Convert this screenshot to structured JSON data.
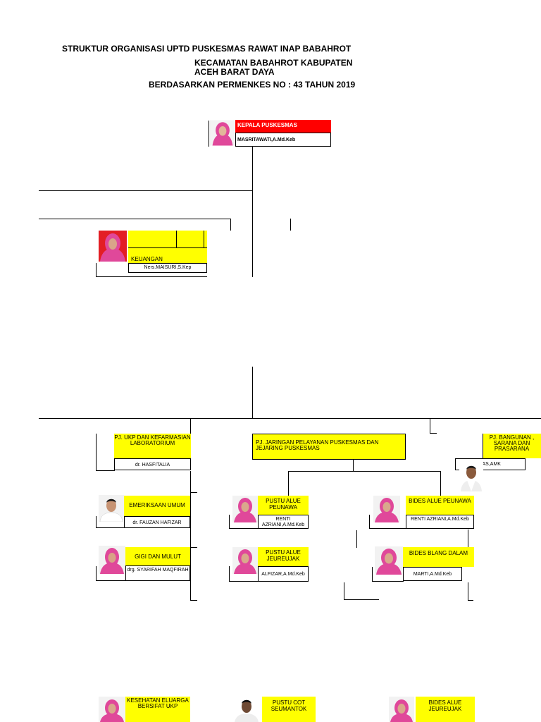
{
  "header": {
    "line1": "STRUKTUR ORGANISASI UPTD PUSKESMAS RAWAT INAP BABAHROT",
    "line2": "KECAMATAN  BABAHROT KABUPATEN",
    "line3": "ACEH BARAT DAYA",
    "line4": "BERDASARKAN PERMENKES NO : 43 TAHUN 2019"
  },
  "nodes": {
    "kepala": {
      "title": "KEPALA PUSKESMAS",
      "name": "MASRITAWATI,A.Md.Keb"
    },
    "keuangan": {
      "title": "KEUANGAN",
      "name": "Ners.MAISURI,S.Kep"
    },
    "ukp": {
      "title": "PJ. UKP DAN KEFARMASIAN LABORATORIUM",
      "name": "dr. HASFITALIA"
    },
    "jaringan": {
      "title": "PJ. JARINGAN PELAYANAN  PUSKESMAS DAN JEJARING PUSKESMAS"
    },
    "bangunan": {
      "title": "PJ. BANGUNAN , SARANA DAN PRASARANA",
      "name": "AN MAS,AMK"
    },
    "pemeriksaan": {
      "title": "EMERIKSAAN UMUM",
      "name": "dr. FAUZAN HAFIZAR"
    },
    "gigi": {
      "title": "GIGI DAN MULUT",
      "name": "drg. SYARIFAH MAQFIRAH"
    },
    "pustu_peunawa": {
      "title": "PUSTU ALUE PEUNAWA",
      "name": "RENTI AZRIANI,A.Md.Keb"
    },
    "pustu_jeureujak": {
      "title": "PUSTU ALUE JEUREUJAK",
      "name": "ALFIZAR,A.Md.Keb"
    },
    "bides_peunawa": {
      "title": "BIDES ALUE PEUNAWA",
      "name": "RENTI AZRIANI,A.Md.Keb"
    },
    "bides_blang": {
      "title": "BIDES BLANG DALAM",
      "name": "MARTI,A.Md.Keb"
    },
    "kesehatan": {
      "title": "KESEHATAN ELUARGA BERSIFAT UKP"
    },
    "pustu_cot": {
      "title": "PUSTU COT SEUMANTOK"
    },
    "bides_jeureujak": {
      "title": "BIDES ALUE JEUREUJAK"
    }
  },
  "colors": {
    "header_red": "#ff0000",
    "box_yellow": "#ffff00",
    "hijab_pink": "#e0489a"
  }
}
